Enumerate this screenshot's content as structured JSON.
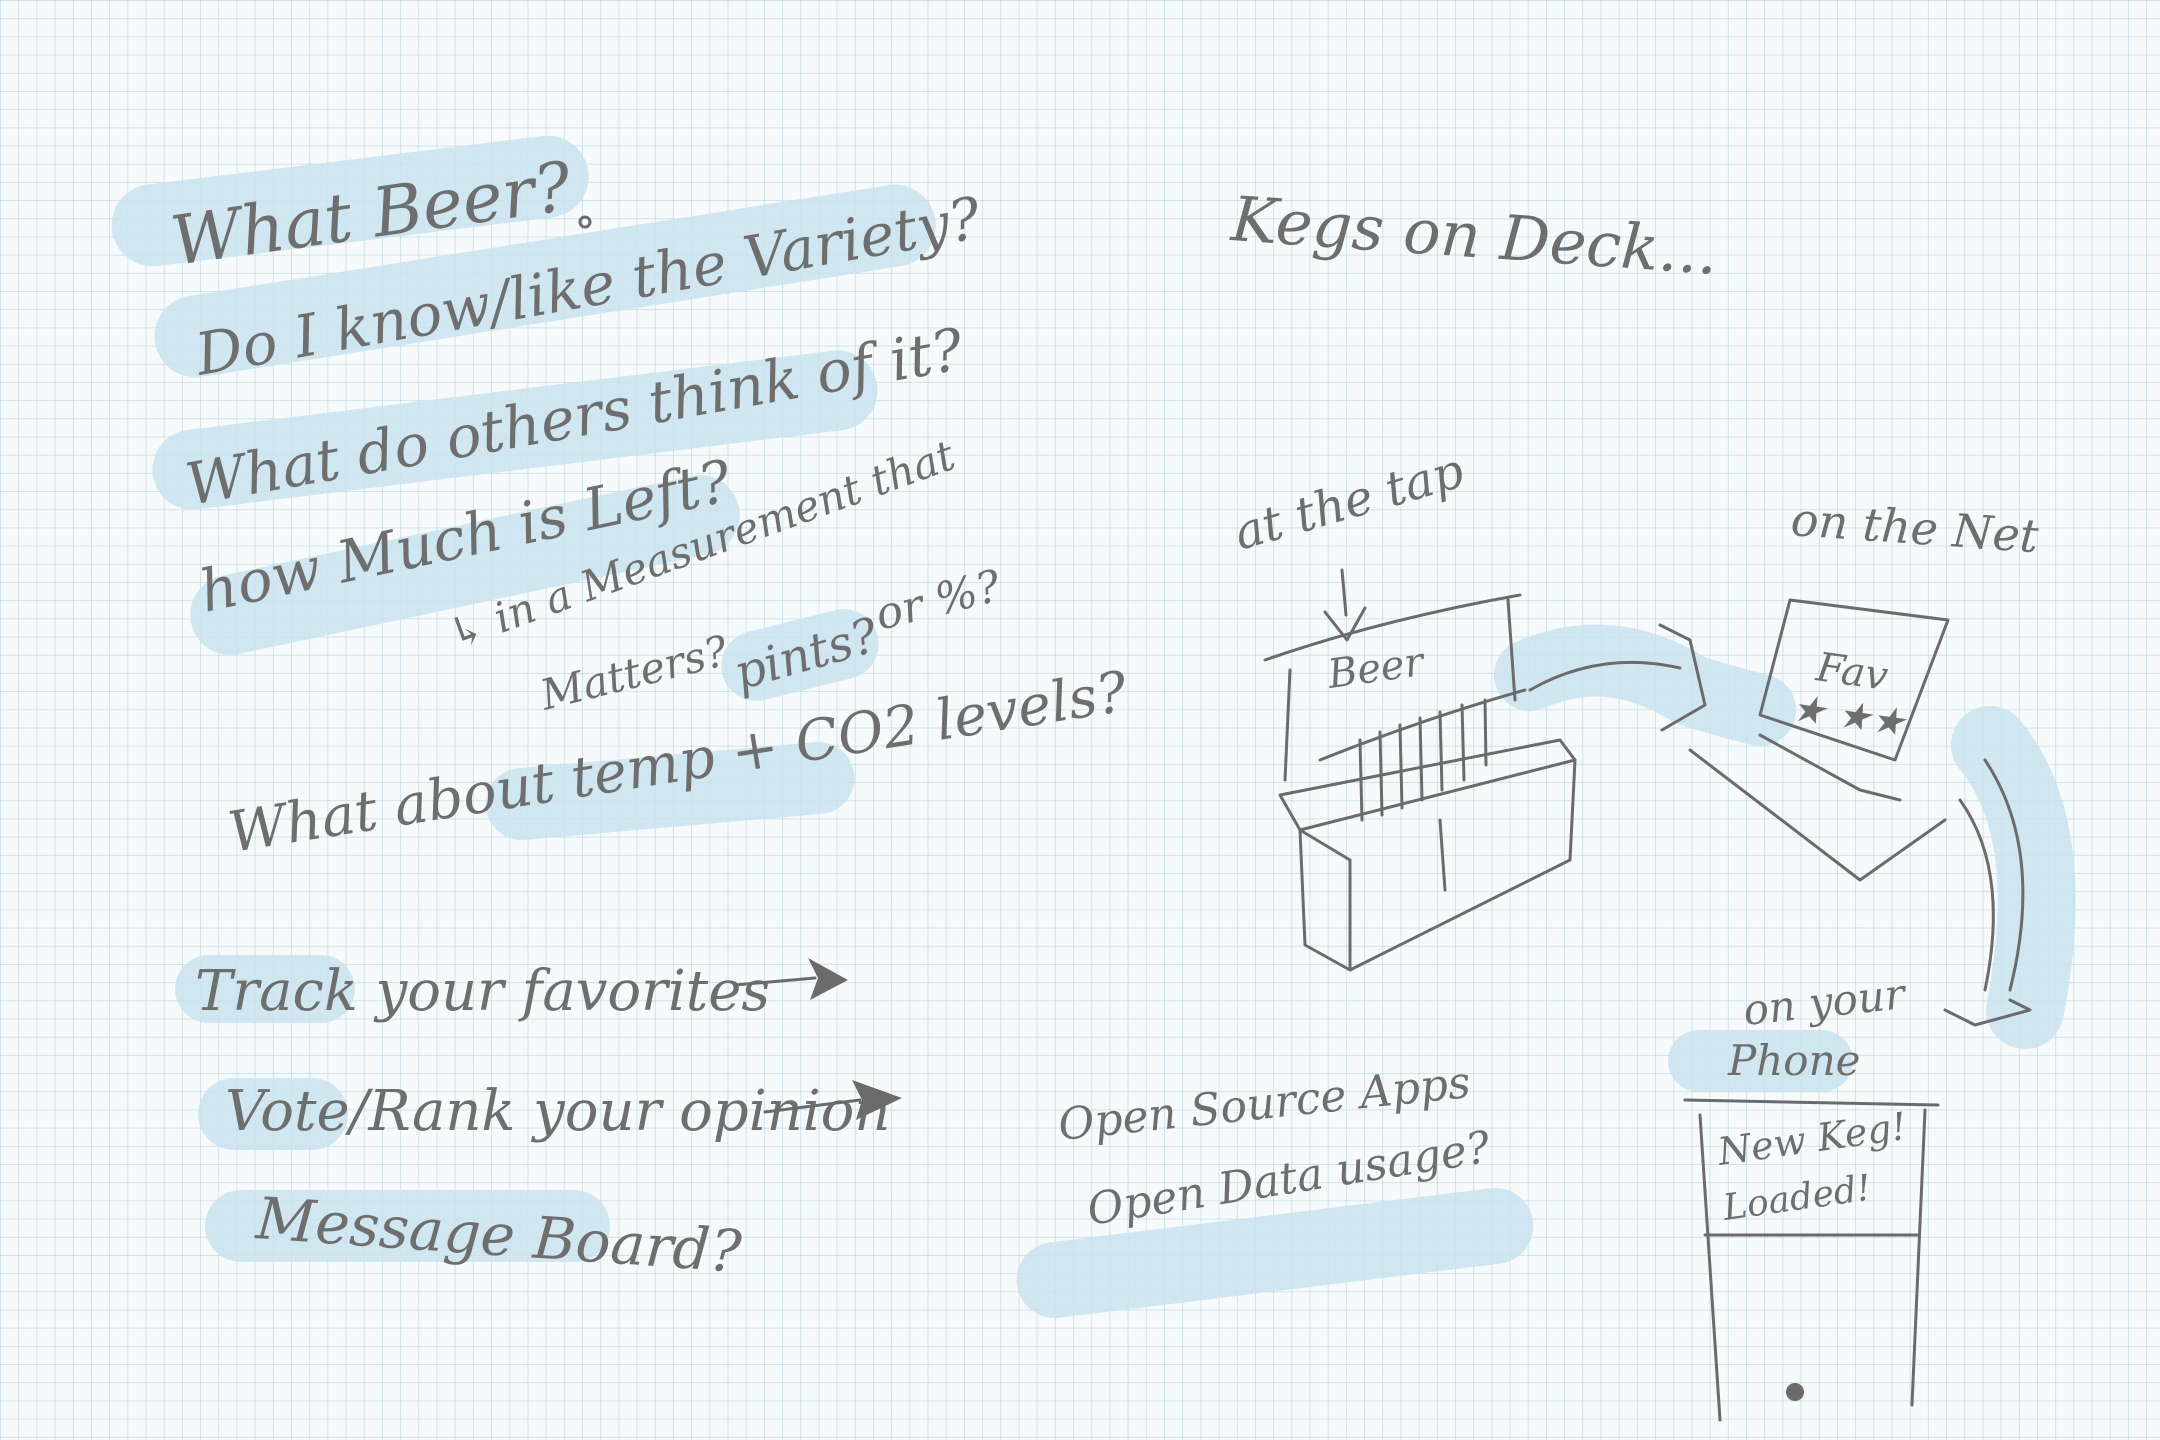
{
  "left_notes": {
    "what_beer": "What Beer?",
    "know_variety": "Do I know/like the Variety?",
    "others_think": "What do others think of it?",
    "how_much_left": "how Much is Left?",
    "measurement_line1": "↳ in a Measurement that",
    "measurement_line2": "Matters?",
    "pints": "pints?",
    "percent": "or %?",
    "temp_co2": "What about temp + CO2 levels?"
  },
  "features": {
    "track": "Track your favorites",
    "vote": "Vote/Rank your opinion",
    "message_board": "Message Board?"
  },
  "heading": "Kegs on Deck...",
  "open_source": {
    "line1": "Open Source Apps",
    "line2": "Open Data usage?"
  },
  "diagram": {
    "at_the_tap": "at the tap",
    "bar_label": "Beer",
    "on_the_net": "on the Net",
    "fav_label": "Fav",
    "on_your_phone_line1": "on your",
    "on_your_phone_line2": "Phone",
    "phone_message_line1": "New Keg!",
    "phone_message_line2": "Loaded!"
  },
  "colors": {
    "ink": "#6e6e6e",
    "highlight": "#c9e3ee",
    "paper": "#f7fafb",
    "grid": "#bcd5e0"
  }
}
